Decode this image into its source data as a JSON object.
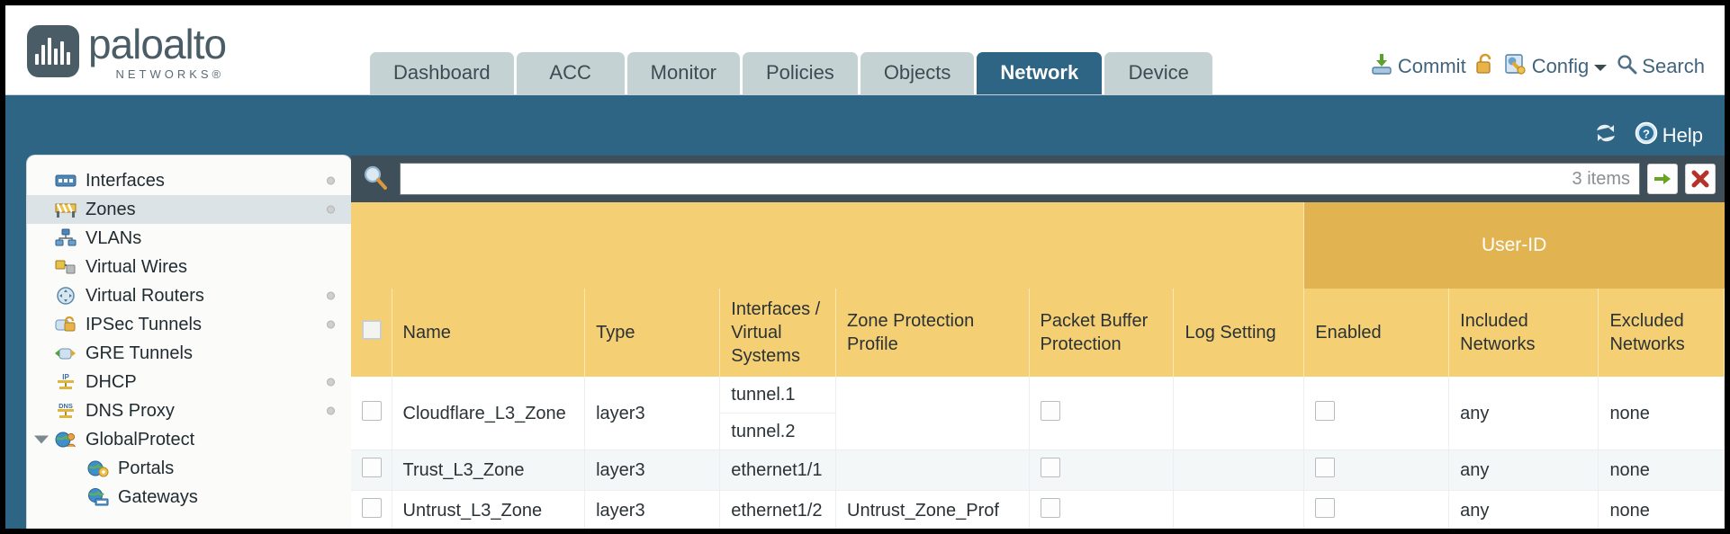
{
  "brand": {
    "name": "paloalto",
    "sub": "NETWORKS®",
    "logo_icon": "paloalto-logo-icon"
  },
  "tabs": [
    {
      "label": "Dashboard",
      "active": false
    },
    {
      "label": "ACC",
      "active": false
    },
    {
      "label": "Monitor",
      "active": false
    },
    {
      "label": "Policies",
      "active": false
    },
    {
      "label": "Objects",
      "active": false
    },
    {
      "label": "Network",
      "active": true
    },
    {
      "label": "Device",
      "active": false
    }
  ],
  "top_actions": {
    "commit": "Commit",
    "commit_icon": "commit-save-icon",
    "lock_icon": "unlocked-padlock-icon",
    "config": "Config",
    "config_icon": "config-wrench-icon",
    "config_caret_icon": "chevron-down-icon",
    "search": "Search",
    "search_icon": "search-magnifier-icon"
  },
  "band": {
    "refresh_icon": "refresh-icon",
    "help": "Help",
    "help_icon": "help-question-icon"
  },
  "sidebar": {
    "items": [
      {
        "label": "Interfaces",
        "icon": "interfaces-icon",
        "selected": false,
        "child": false,
        "dot": true,
        "caret": false
      },
      {
        "label": "Zones",
        "icon": "zones-icon",
        "selected": true,
        "child": false,
        "dot": true,
        "caret": false
      },
      {
        "label": "VLANs",
        "icon": "vlans-icon",
        "selected": false,
        "child": false,
        "dot": false,
        "caret": false
      },
      {
        "label": "Virtual Wires",
        "icon": "virtual-wires-icon",
        "selected": false,
        "child": false,
        "dot": false,
        "caret": false
      },
      {
        "label": "Virtual Routers",
        "icon": "virtual-routers-icon",
        "selected": false,
        "child": false,
        "dot": true,
        "caret": false
      },
      {
        "label": "IPSec Tunnels",
        "icon": "ipsec-tunnels-icon",
        "selected": false,
        "child": false,
        "dot": true,
        "caret": false
      },
      {
        "label": "GRE Tunnels",
        "icon": "gre-tunnels-icon",
        "selected": false,
        "child": false,
        "dot": false,
        "caret": false
      },
      {
        "label": "DHCP",
        "icon": "dhcp-icon",
        "selected": false,
        "child": false,
        "dot": true,
        "caret": false
      },
      {
        "label": "DNS Proxy",
        "icon": "dns-proxy-icon",
        "selected": false,
        "child": false,
        "dot": true,
        "caret": false
      },
      {
        "label": "GlobalProtect",
        "icon": "globalprotect-icon",
        "selected": false,
        "child": false,
        "dot": false,
        "caret": true
      },
      {
        "label": "Portals",
        "icon": "portals-icon",
        "selected": false,
        "child": true,
        "dot": false,
        "caret": false
      },
      {
        "label": "Gateways",
        "icon": "gateways-icon",
        "selected": false,
        "child": true,
        "dot": false,
        "caret": false
      }
    ]
  },
  "search": {
    "value": "",
    "placeholder": "",
    "item_count": "3 items",
    "icon": "search-magnifier-icon",
    "apply_icon": "apply-arrow-icon",
    "clear_icon": "clear-x-icon"
  },
  "table": {
    "group_header": "User-ID",
    "columns": [
      "Name",
      "Type",
      "Interfaces / Virtual Systems",
      "Zone Protection Profile",
      "Packet Buffer Protection",
      "Log Setting",
      "Enabled",
      "Included Networks",
      "Excluded Networks"
    ],
    "rows": [
      {
        "name": "Cloudflare_L3_Zone",
        "type": "layer3",
        "interfaces": [
          "tunnel.1",
          "tunnel.2"
        ],
        "zone_protection_profile": "",
        "packet_buffer_protection": false,
        "log_setting": "",
        "user_id_enabled": false,
        "included_networks": "any",
        "excluded_networks": "none"
      },
      {
        "name": "Trust_L3_Zone",
        "type": "layer3",
        "interfaces": [
          "ethernet1/1"
        ],
        "zone_protection_profile": "",
        "packet_buffer_protection": false,
        "log_setting": "",
        "user_id_enabled": false,
        "included_networks": "any",
        "excluded_networks": "none"
      },
      {
        "name": "Untrust_L3_Zone",
        "type": "layer3",
        "interfaces": [
          "ethernet1/2"
        ],
        "zone_protection_profile": "Untrust_Zone_Prof",
        "packet_buffer_protection": false,
        "log_setting": "",
        "user_id_enabled": false,
        "included_networks": "any",
        "excluded_networks": "none"
      }
    ]
  },
  "colors": {
    "brand_slate": "#4a5c66",
    "band_blue": "#2e6484",
    "tab_inactive": "#c5d2d4",
    "header_yellow": "#f5cf73",
    "group_gold": "#e1b451",
    "link_blue": "#3c86ad",
    "content_dark": "#3f4f59"
  }
}
